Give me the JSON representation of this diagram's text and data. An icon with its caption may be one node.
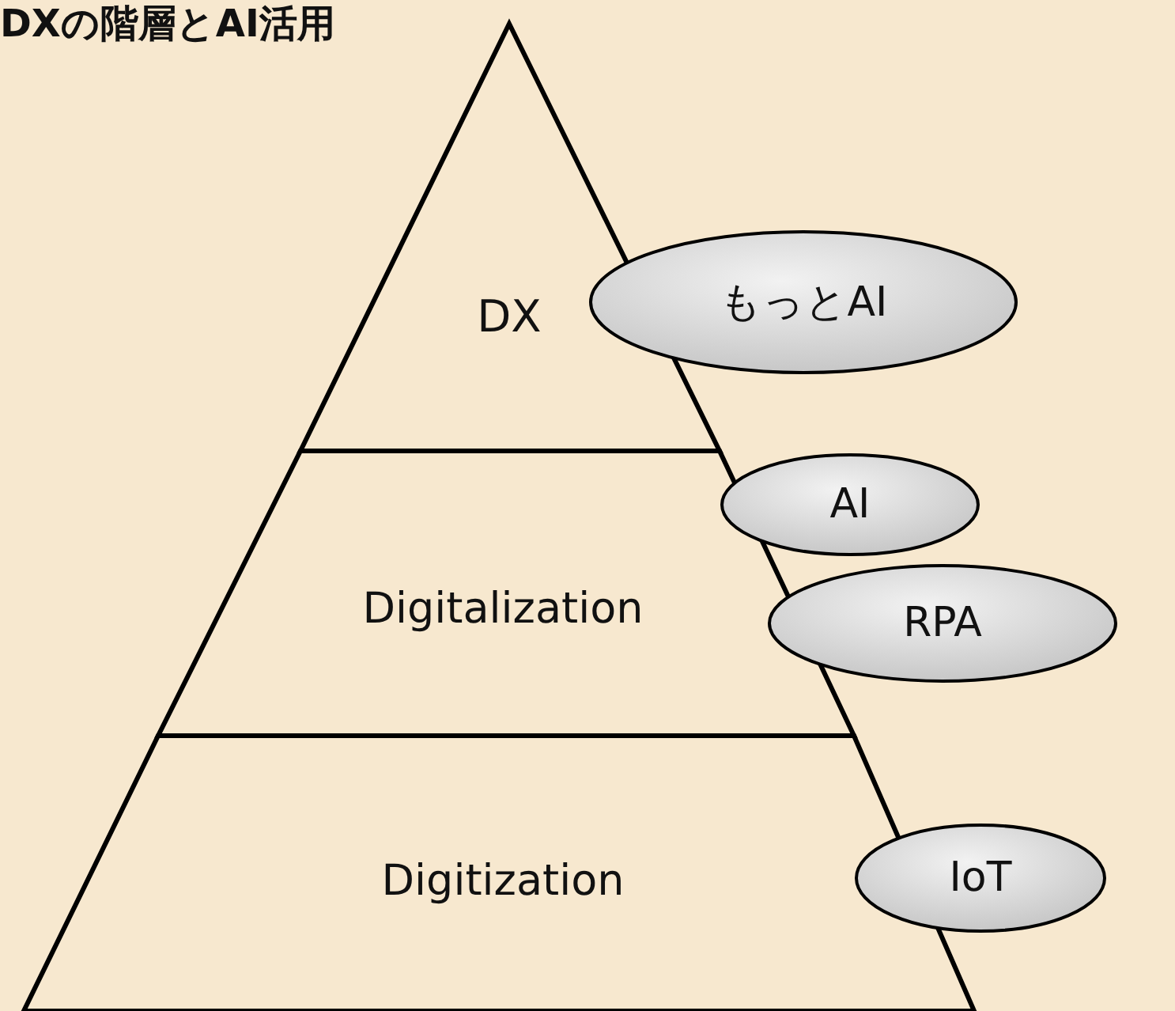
{
  "diagram": {
    "title": "DXの階層とAI活用",
    "nodes": [
      {
        "text": [
          "DX"
        ]
      },
      {
        "text": [
          "もっとAI"
        ]
      },
      {
        "text": [
          "Digitalization"
        ]
      },
      {
        "text": [
          "AI"
        ]
      },
      {
        "text": [
          "RPA"
        ]
      },
      {
        "text": [
          "Digitization"
        ]
      },
      {
        "text": [
          "IoT"
        ]
      }
    ]
  }
}
